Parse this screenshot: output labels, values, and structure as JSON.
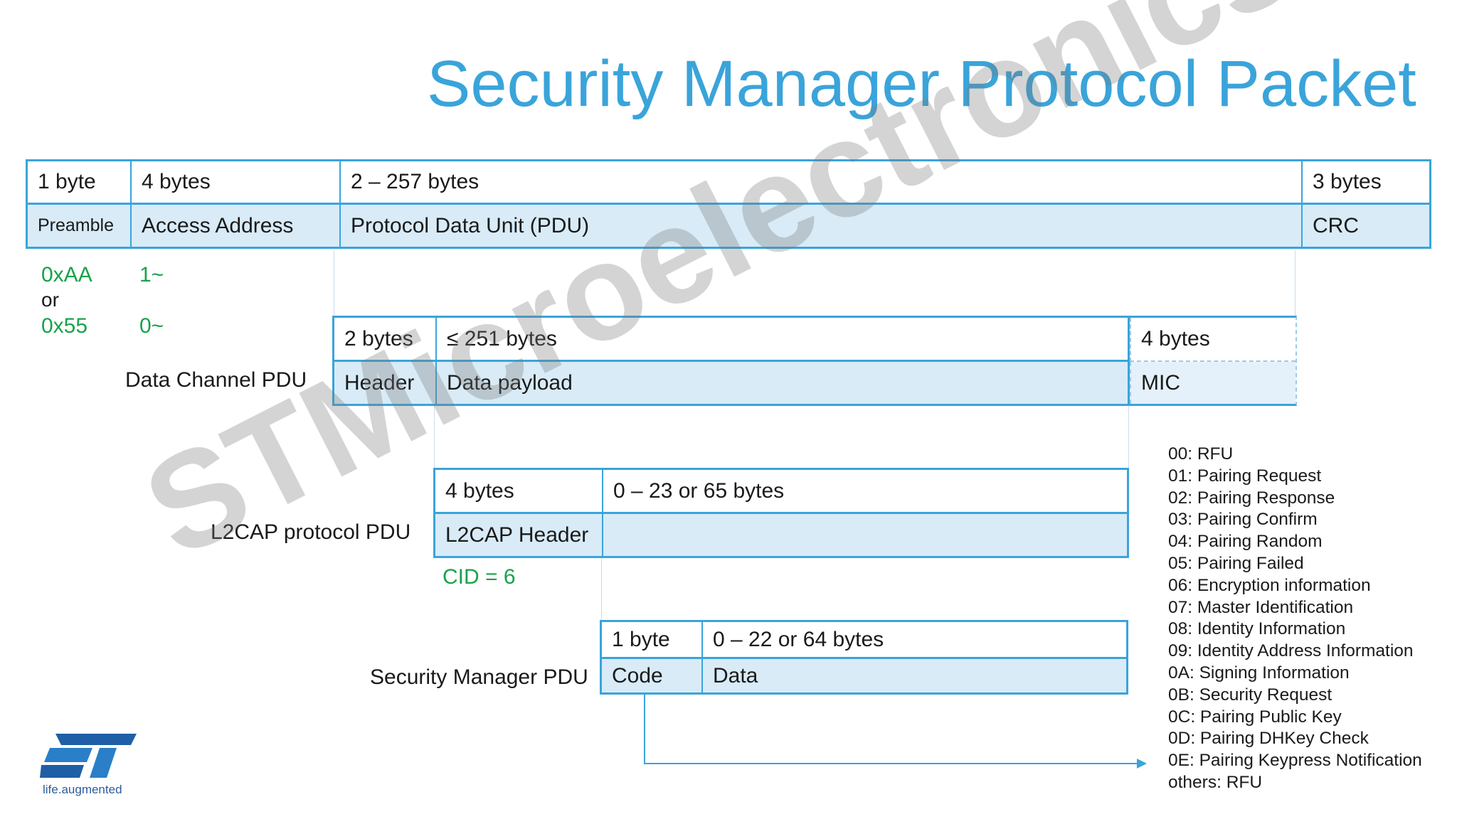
{
  "title": "Security Manager Protocol Packet",
  "top_packet": {
    "cells": [
      {
        "size": "1 byte",
        "name": "Preamble"
      },
      {
        "size": "4 bytes",
        "name": "Access Address"
      },
      {
        "size": "2 – 257 bytes",
        "name": "Protocol Data Unit (PDU)"
      },
      {
        "size": "3 bytes",
        "name": "CRC"
      }
    ],
    "preamble_values": {
      "v1": "0xAA",
      "or": "or",
      "v2": "0x55"
    },
    "preamble_bits": {
      "b1": "1~",
      "b2": "0~"
    }
  },
  "data_channel": {
    "label": "Data Channel PDU",
    "cells": [
      {
        "size": "2 bytes",
        "name": "Header"
      },
      {
        "size": "≤ 251 bytes",
        "name": "Data payload"
      },
      {
        "size": "4 bytes",
        "name": "MIC"
      }
    ]
  },
  "l2cap": {
    "label": "L2CAP protocol PDU",
    "cells": [
      {
        "size": "4 bytes",
        "name": "L2CAP Header"
      },
      {
        "size": "0 – 23 or 65 bytes",
        "name": ""
      }
    ],
    "cid": "CID = 6"
  },
  "smp": {
    "label": "Security Manager PDU",
    "cells": [
      {
        "size": "1 byte",
        "name": "Code"
      },
      {
        "size": "0 – 22 or 64 bytes",
        "name": "Data"
      }
    ]
  },
  "codes": [
    "00: RFU",
    "01: Pairing Request",
    "02: Pairing Response",
    "03: Pairing Confirm",
    "04: Pairing Random",
    "05: Pairing Failed",
    "06: Encryption information",
    "07: Master Identification",
    "08: Identity Information",
    "09: Identity Address Information",
    "0A: Signing Information",
    "0B: Security Request",
    "0C: Pairing Public Key",
    "0D: Pairing DHKey Check",
    "0E: Pairing Keypress Notification",
    "others: RFU"
  ],
  "watermark": "STMicroelectronics",
  "logo": {
    "tagline": "life.augmented"
  },
  "colors": {
    "accent": "#3aa4da",
    "fill": "#d8ebf7",
    "green": "#17a34a"
  }
}
